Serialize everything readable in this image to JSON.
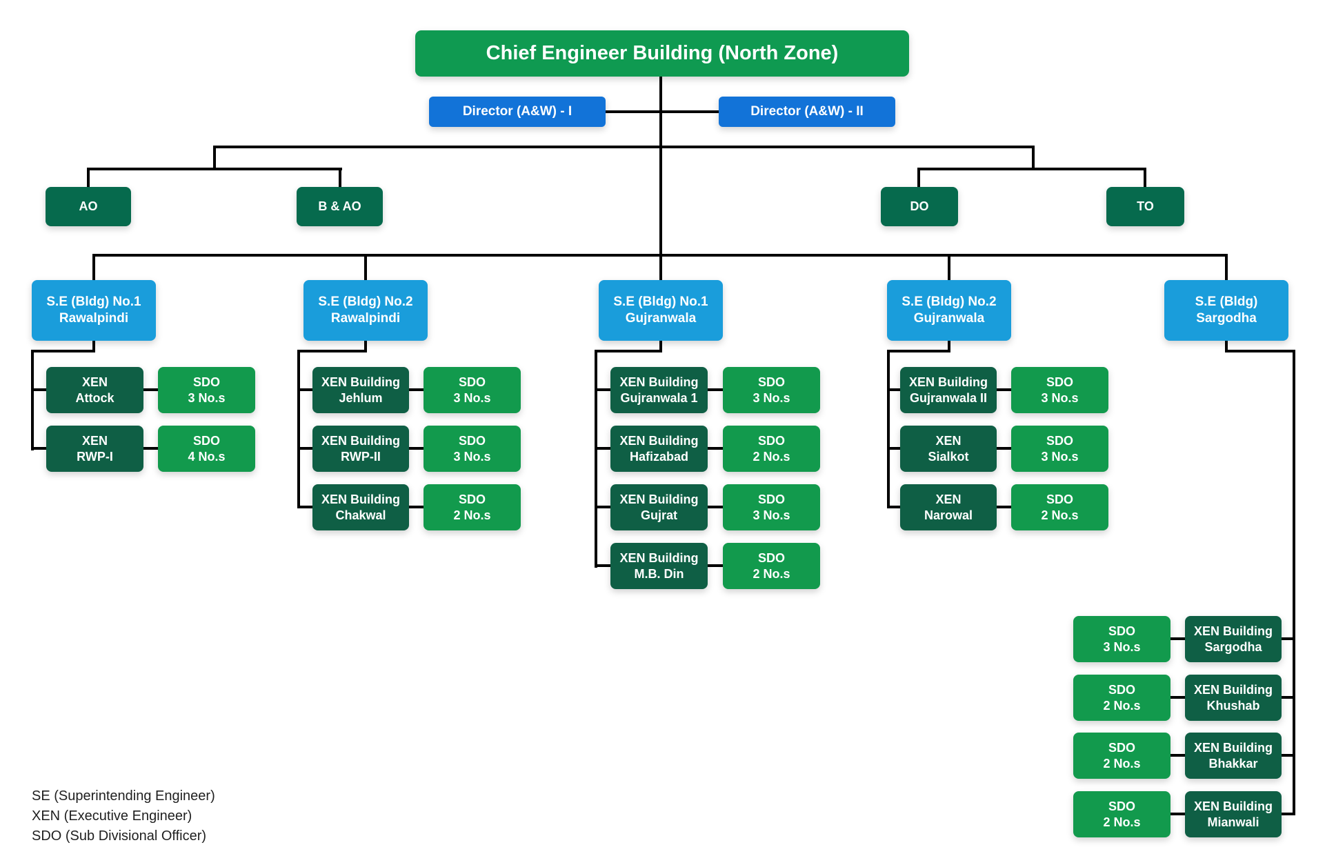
{
  "title": "Chief Engineer Building (North Zone)",
  "directors": [
    {
      "label": "Director (A&W) - I"
    },
    {
      "label": "Director (A&W) - II"
    }
  ],
  "offices": [
    {
      "label": "AO"
    },
    {
      "label": "B & AO"
    },
    {
      "label": "DO"
    },
    {
      "label": "TO"
    }
  ],
  "divisions": [
    {
      "se": {
        "line1": "S.E (Bldg) No.1",
        "line2": "Rawalpindi"
      },
      "rows": [
        {
          "xen": {
            "line1": "XEN",
            "line2": "Attock"
          },
          "sdo": {
            "line1": "SDO",
            "line2": "3 No.s"
          }
        },
        {
          "xen": {
            "line1": "XEN",
            "line2": "RWP-I"
          },
          "sdo": {
            "line1": "SDO",
            "line2": "4 No.s"
          }
        }
      ]
    },
    {
      "se": {
        "line1": "S.E (Bldg) No.2",
        "line2": "Rawalpindi"
      },
      "rows": [
        {
          "xen": {
            "line1": "XEN Building",
            "line2": "Jehlum"
          },
          "sdo": {
            "line1": "SDO",
            "line2": "3 No.s"
          }
        },
        {
          "xen": {
            "line1": "XEN Building",
            "line2": "RWP-II"
          },
          "sdo": {
            "line1": "SDO",
            "line2": "3 No.s"
          }
        },
        {
          "xen": {
            "line1": "XEN Building",
            "line2": "Chakwal"
          },
          "sdo": {
            "line1": "SDO",
            "line2": "2 No.s"
          }
        }
      ]
    },
    {
      "se": {
        "line1": "S.E (Bldg) No.1",
        "line2": "Gujranwala"
      },
      "rows": [
        {
          "xen": {
            "line1": "XEN Building",
            "line2": "Gujranwala 1"
          },
          "sdo": {
            "line1": "SDO",
            "line2": "3 No.s"
          }
        },
        {
          "xen": {
            "line1": "XEN Building",
            "line2": "Hafizabad"
          },
          "sdo": {
            "line1": "SDO",
            "line2": "2 No.s"
          }
        },
        {
          "xen": {
            "line1": "XEN Building",
            "line2": "Gujrat"
          },
          "sdo": {
            "line1": "SDO",
            "line2": "3 No.s"
          }
        },
        {
          "xen": {
            "line1": "XEN Building",
            "line2": "M.B. Din"
          },
          "sdo": {
            "line1": "SDO",
            "line2": "2 No.s"
          }
        }
      ]
    },
    {
      "se": {
        "line1": "S.E (Bldg) No.2",
        "line2": "Gujranwala"
      },
      "rows": [
        {
          "xen": {
            "line1": "XEN Building",
            "line2": "Gujranwala II"
          },
          "sdo": {
            "line1": "SDO",
            "line2": "3 No.s"
          }
        },
        {
          "xen": {
            "line1": "XEN",
            "line2": "Sialkot"
          },
          "sdo": {
            "line1": "SDO",
            "line2": "3 No.s"
          }
        },
        {
          "xen": {
            "line1": "XEN",
            "line2": "Narowal"
          },
          "sdo": {
            "line1": "SDO",
            "line2": "2 No.s"
          }
        }
      ]
    },
    {
      "se": {
        "line1": "S.E (Bldg)",
        "line2": "Sargodha"
      },
      "rows": [
        {
          "sdo": {
            "line1": "SDO",
            "line2": "3 No.s"
          },
          "xen": {
            "line1": "XEN Building",
            "line2": "Sargodha"
          }
        },
        {
          "sdo": {
            "line1": "SDO",
            "line2": "2 No.s"
          },
          "xen": {
            "line1": "XEN Building",
            "line2": "Khushab"
          }
        },
        {
          "sdo": {
            "line1": "SDO",
            "line2": "2 No.s"
          },
          "xen": {
            "line1": "XEN Building",
            "line2": "Bhakkar"
          }
        },
        {
          "sdo": {
            "line1": "SDO",
            "line2": "2 No.s"
          },
          "xen": {
            "line1": "XEN Building",
            "line2": "Mianwali"
          }
        }
      ]
    }
  ],
  "legend": {
    "items": [
      "SE (Superintending Engineer)",
      "XEN (Executive Engineer)",
      "SDO (Sub Divisional Officer)"
    ]
  },
  "colors": {
    "chief_green": "#0F9A51",
    "director_blue": "#1273D8",
    "office_green": "#066A4D",
    "se_blue": "#1A9DDB",
    "xen_green": "#0F5F45",
    "sdo_green": "#129A4D",
    "line_black": "#000000",
    "legend_text": "#1F1F1F"
  }
}
